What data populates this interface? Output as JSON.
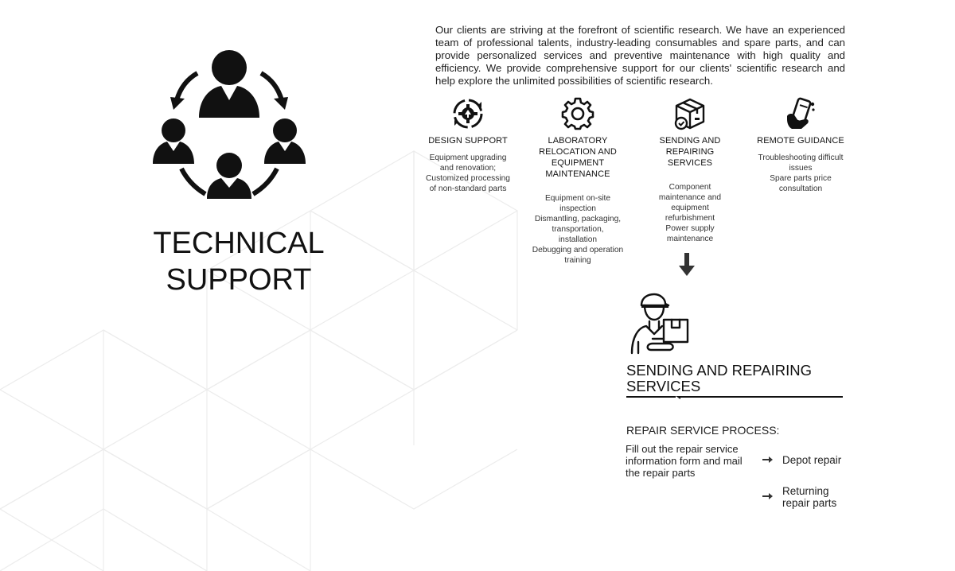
{
  "page": {
    "title": "TECHNICAL SUPPORT",
    "title_line1": "TECHNICAL",
    "title_line2": "SUPPORT"
  },
  "intro": {
    "text": "Our clients are striving at the forefront of scientific research. We have an experienced team of professional talents, industry-leading consumables and spare parts, and can provide personalized services and preventive maintenance with high quality and efficiency. We provide comprehensive support for our clients' scientific research and help explore the unlimited possibilities of scientific research."
  },
  "services": [
    {
      "icon": "gear-settings-icon",
      "title": "DESIGN SUPPORT",
      "items": [
        "Equipment upgrading and renovation;",
        "Customized processing of non-standard parts"
      ]
    },
    {
      "icon": "cog-icon",
      "title": "LABORATORY RELOCATION AND EQUIPMENT MAINTENANCE",
      "items": [
        "Equipment on-site inspection",
        "Dismantling, packaging, transportation, installation",
        "Debugging and operation training"
      ]
    },
    {
      "icon": "package-check-icon",
      "title": "SENDING AND REPAIRING SERVICES",
      "items": [
        "Component maintenance and equipment refurbishment",
        "Power supply maintenance"
      ]
    },
    {
      "icon": "phone-hand-icon",
      "title": "REMOTE GUIDANCE",
      "items": [
        "Troubleshooting difficult issues",
        "Spare parts price consultation"
      ]
    }
  ],
  "sending_repairing": {
    "title": "SENDING AND REPAIRING SERVICES",
    "process_heading": "REPAIR SERVICE PROCESS:",
    "first_step": "Fill out the repair service information form and mail the repair parts",
    "next_steps": [
      "Depot repair",
      "Returning repair parts"
    ]
  },
  "colors": {
    "text": "#1a1a1a",
    "icon": "#111111",
    "pattern": "#eeeeee"
  }
}
